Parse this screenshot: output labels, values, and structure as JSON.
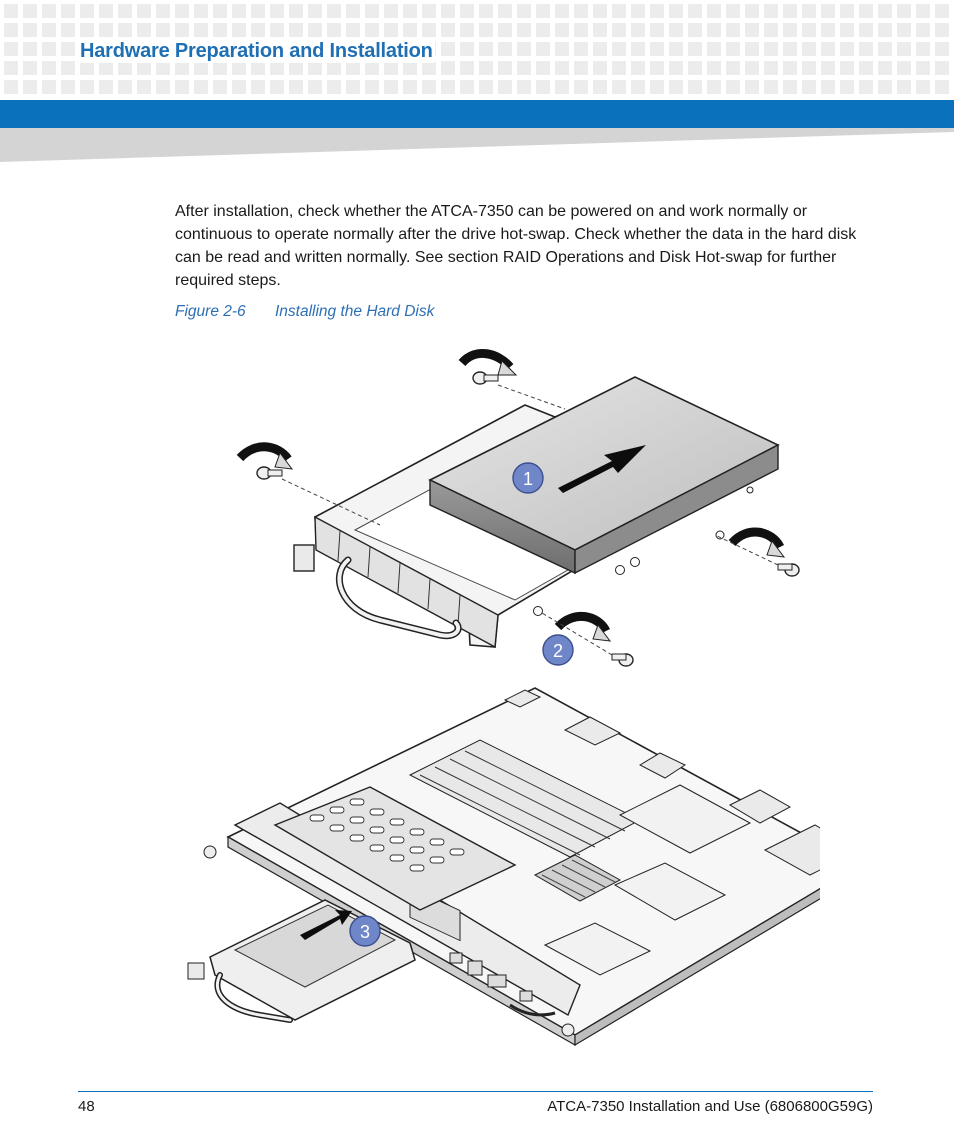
{
  "header": {
    "chapter_title": "Hardware Preparation and Installation"
  },
  "body": {
    "paragraph": "After installation, check whether the ATCA-7350 can be powered on and work normally or continuous to operate normally after the drive hot-swap. Check whether the data in the hard disk can be read and written normally. See section RAID Operations and Disk Hot-swap for further required steps."
  },
  "figure": {
    "number": "Figure 2-6",
    "title": "Installing the Hard Disk",
    "callouts": [
      "1",
      "2",
      "3"
    ]
  },
  "footer": {
    "page_number": "48",
    "document_ref": "ATCA-7350 Installation and Use (6806800G59G)"
  },
  "colors": {
    "accent_blue": "#0a72bd",
    "title_blue": "#1f6fb5",
    "caption_blue": "#2c6fb3",
    "callout_fill": "#6f87c9"
  }
}
